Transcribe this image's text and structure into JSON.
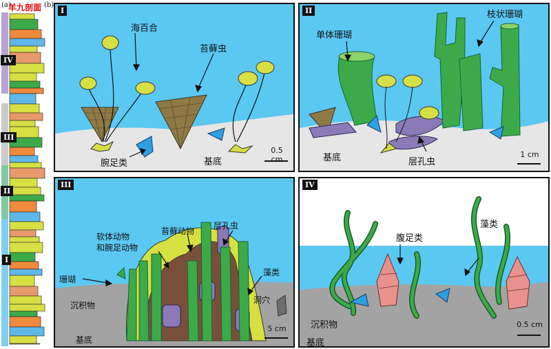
{
  "strip": {
    "panel_letter": "(a)",
    "section_title": "羊九剖面",
    "units": [
      "IV",
      "III",
      "II",
      "I"
    ]
  },
  "figure": {
    "panel_letter": "(b)",
    "panels": [
      {
        "id": "I",
        "labels": {
          "crinoid": "海百合",
          "bryozoan": "苔藓虫",
          "brachiopod": "腕足类",
          "substrate": "基底"
        },
        "scale": "0.5 cm"
      },
      {
        "id": "II",
        "labels": {
          "solitary_coral": "单体珊瑚",
          "branching_coral": "枝状珊瑚",
          "substrate": "基底",
          "stromatoporoid": "层孔虫"
        },
        "scale": "1 cm"
      },
      {
        "id": "III",
        "labels": {
          "mollusc_brachiopod_1": "软体动物",
          "mollusc_brachiopod_2": "和腕足动物",
          "bryozoa": "苔藓动物",
          "stromatoporoid": "层孔虫",
          "coral": "珊瑚",
          "algae": "藻类",
          "cave": "洞穴",
          "sediment": "沉积物",
          "substrate": "基底"
        },
        "scale": "5 cm"
      },
      {
        "id": "IV",
        "labels": {
          "gastropod": "腹足类",
          "algae": "藻类",
          "sediment": "沉积物",
          "substrate": "基底"
        },
        "scale": "0.5 cm"
      }
    ]
  },
  "colors": {
    "water": "#5bc8f2",
    "sediment": "#e6e6e6",
    "sediment_dark": "#a3a3a3",
    "green": "#3daa4a",
    "yellow_green": "#d7e043",
    "brown": "#8f7a45",
    "blue_shell": "#2f9fe3",
    "purple": "#8a7bb8",
    "pink": "#e9928d"
  }
}
